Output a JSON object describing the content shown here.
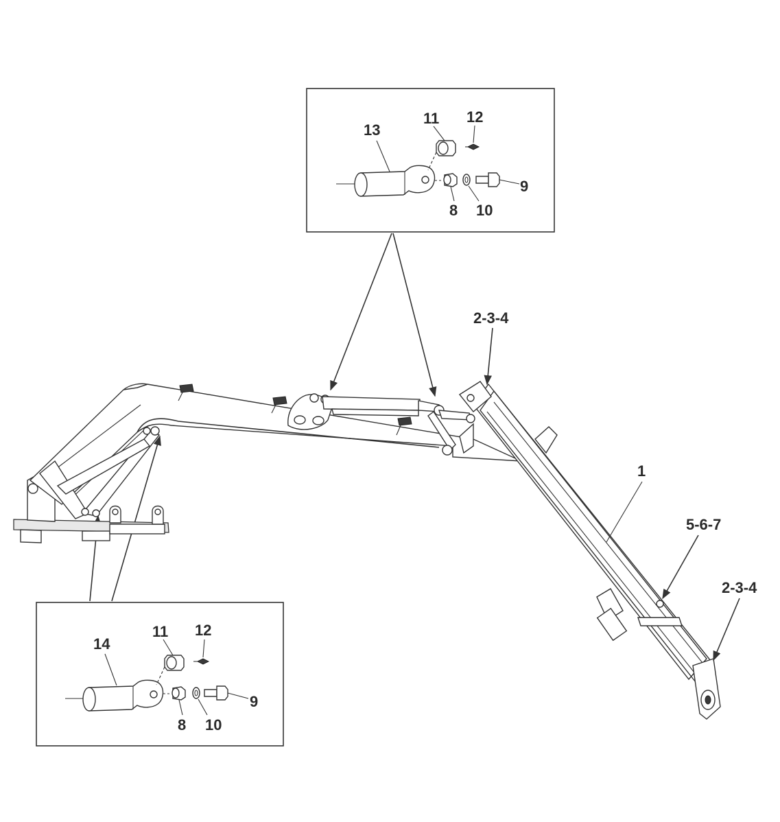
{
  "callouts": {
    "top_inset": {
      "pin": "13",
      "bushing": "11",
      "grease_fitting": "12",
      "bolt": "9",
      "nut": "8",
      "washer": "10"
    },
    "bottom_inset": {
      "pin": "14",
      "bushing": "11",
      "grease_fitting": "12",
      "bolt": "9",
      "nut": "8",
      "washer": "10"
    },
    "boom": {
      "boom_assembly": "1",
      "boom_top_pivot": "2-3-4",
      "boom_bottom_pivot": "2-3-4",
      "hose_guide": "5-6-7"
    }
  }
}
